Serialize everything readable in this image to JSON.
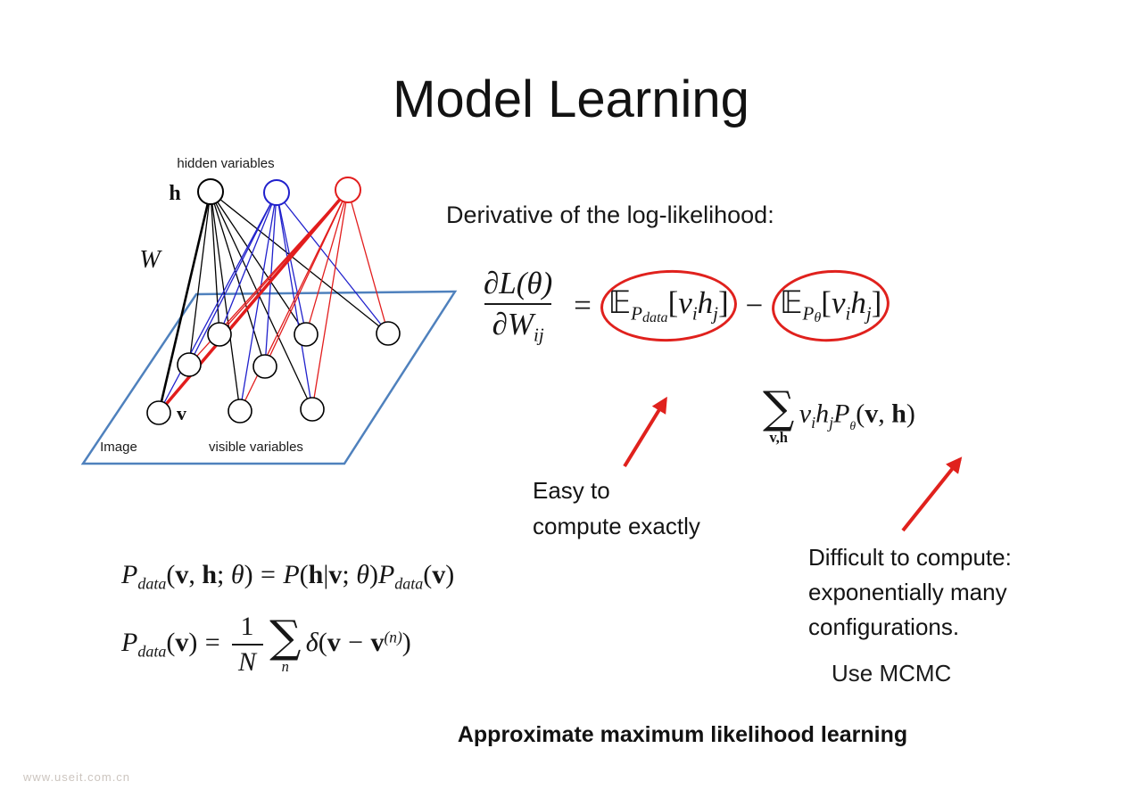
{
  "slide": {
    "title": "Model Learning",
    "derivative_caption": "Derivative of the log-likelihood:",
    "easy_label": "Easy to\ncompute exactly",
    "difficult_label": "Difficult to compute:\nexponentially many\nconfigurations.",
    "mcmc_label": "Use MCMC",
    "bottom_caption": "Approximate maximum likelihood learning",
    "watermark": "www.useit.com.cn"
  },
  "diagram": {
    "hidden_label": "hidden variables",
    "h_label": "h",
    "w_label": "W",
    "v_label": "v",
    "image_label": "Image",
    "visible_label": "visible variables",
    "colors": {
      "hidden_black": "#000000",
      "hidden_blue": "#2020cc",
      "hidden_red": "#e21d1d",
      "plane_blue": "#4f81bd",
      "highlight_red": "#e0211d"
    }
  },
  "math": {
    "grad_frac": [
      {
        "frac": [
          [
            {
              "t": "∂L(θ)"
            }
          ],
          [
            {
              "t": "∂W"
            },
            {
              "t": "ij",
              "c": "sub"
            }
          ]
        ]
      }
    ],
    "grad_eq": [
      {
        "t": "=",
        "c": "rel"
      }
    ],
    "grad_term1": [
      {
        "t": "𝔼",
        "c": "bb"
      },
      {
        "t": "P",
        "c": "sub"
      },
      {
        "t": "data",
        "c": "ssub"
      },
      {
        "t": "[",
        "c": "u"
      },
      {
        "t": "v"
      },
      {
        "t": "i",
        "c": "sub"
      },
      {
        "t": "h"
      },
      {
        "t": "j",
        "c": "sub"
      },
      {
        "t": "]",
        "c": "u"
      }
    ],
    "grad_minus": [
      {
        "t": "−",
        "c": "rel"
      }
    ],
    "grad_term2": [
      {
        "t": "𝔼",
        "c": "bb"
      },
      {
        "t": "P",
        "c": "sub"
      },
      {
        "t": "θ",
        "c": "ssub"
      },
      {
        "t": "[",
        "c": "u"
      },
      {
        "t": "v"
      },
      {
        "t": "i",
        "c": "sub"
      },
      {
        "t": "h"
      },
      {
        "t": "j",
        "c": "sub"
      },
      {
        "t": "]",
        "c": "u"
      }
    ],
    "sum_term": [
      {
        "op": "∑",
        "under": [
          {
            "t": "v,h",
            "c": "bu"
          }
        ]
      },
      {
        "t": "v"
      },
      {
        "t": "i",
        "c": "sub"
      },
      {
        "t": "h"
      },
      {
        "t": "j",
        "c": "sub"
      },
      {
        "t": "P"
      },
      {
        "t": "θ",
        "c": "ssub"
      },
      {
        "t": "(",
        "c": "u"
      },
      {
        "t": "v",
        "c": "b"
      },
      {
        "t": ", ",
        "c": "u"
      },
      {
        "t": "h",
        "c": "b"
      },
      {
        "t": ")",
        "c": "u"
      }
    ],
    "pdata_joint": [
      {
        "t": "P"
      },
      {
        "t": "data",
        "c": "sub"
      },
      {
        "t": "(",
        "c": "u"
      },
      {
        "t": "v",
        "c": "b"
      },
      {
        "t": ", ",
        "c": "u"
      },
      {
        "t": "h",
        "c": "b"
      },
      {
        "t": "; ",
        "c": "u"
      },
      {
        "t": "θ"
      },
      {
        "t": ")",
        "c": "u"
      },
      {
        "t": "=",
        "c": "rel"
      },
      {
        "t": "P"
      },
      {
        "t": "(",
        "c": "u"
      },
      {
        "t": "h",
        "c": "b"
      },
      {
        "t": "|",
        "c": "u"
      },
      {
        "t": "v",
        "c": "b"
      },
      {
        "t": "; ",
        "c": "u"
      },
      {
        "t": "θ"
      },
      {
        "t": ")",
        "c": "u"
      },
      {
        "t": "P"
      },
      {
        "t": "data",
        "c": "sub"
      },
      {
        "t": "(",
        "c": "u"
      },
      {
        "t": "v",
        "c": "b"
      },
      {
        "t": ")",
        "c": "u"
      }
    ],
    "pdata_v": [
      {
        "t": "P"
      },
      {
        "t": "data",
        "c": "sub"
      },
      {
        "t": "(",
        "c": "u"
      },
      {
        "t": "v",
        "c": "b"
      },
      {
        "t": ")",
        "c": "u"
      },
      {
        "t": "=",
        "c": "rel"
      },
      {
        "frac": [
          [
            {
              "t": "1",
              "c": "u"
            }
          ],
          [
            {
              "t": "N"
            }
          ]
        ]
      },
      {
        "op": "∑",
        "under": [
          {
            "t": "n"
          }
        ]
      },
      {
        "t": "δ"
      },
      {
        "t": "(",
        "c": "u"
      },
      {
        "t": "v",
        "c": "b"
      },
      {
        "t": "−",
        "c": "rel"
      },
      {
        "t": "v",
        "c": "b"
      },
      {
        "t": "(n)",
        "c": "sup"
      },
      {
        "t": ")",
        "c": "u"
      }
    ]
  }
}
